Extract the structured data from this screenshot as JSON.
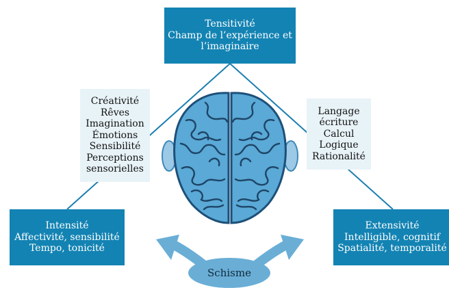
{
  "top_box": {
    "lines": [
      "Tensitivité",
      "Champ de l’expérience et",
      "l’imaginaire"
    ]
  },
  "left_inner_box": {
    "lines": [
      "Créativité",
      "Rêves",
      "Imagination",
      "Émotions",
      "Sensibilité",
      "Perceptions",
      "sensorielles"
    ]
  },
  "right_inner_box": {
    "lines": [
      "Langage",
      "écriture",
      "Calcul",
      "Logique",
      "Rationalité"
    ]
  },
  "bottom_left_box": {
    "lines": [
      "Intensité",
      "Affectivité, sensibilité",
      "Tempo, tonicité"
    ]
  },
  "bottom_right_box": {
    "lines": [
      "Extensivité",
      "Intelligible, cognitif",
      "Spatialité, temporalité"
    ]
  },
  "schisme": {
    "label": "Schisme"
  },
  "colors": {
    "dark_box": "#1383b3",
    "light_box": "#e8f3f8",
    "brain": "#5aa9d6",
    "arrow": "#6aaed6",
    "connector": "#1b7fb0"
  },
  "icons": {
    "brain": "brain-icon",
    "arrows": "double-arrow-icon"
  }
}
